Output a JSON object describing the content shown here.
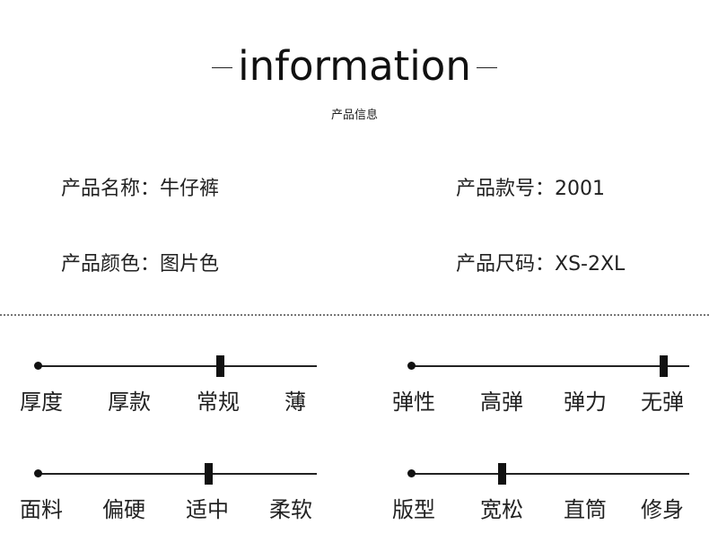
{
  "header": {
    "title": "information",
    "subtitle": "产品信息"
  },
  "info": {
    "name": "产品名称：牛仔裤",
    "model": "产品款号：2001",
    "color": "产品颜色：图片色",
    "size": "产品尺码：XS-2XL"
  },
  "scales": [
    {
      "labels": [
        "厚度",
        "厚款",
        "常规",
        "薄"
      ],
      "selected": "常规"
    },
    {
      "labels": [
        "弹性",
        "高弹",
        "弹力",
        "无弹"
      ],
      "selected": "无弹"
    },
    {
      "labels": [
        "面料",
        "偏硬",
        "适中",
        "柔软"
      ],
      "selected": "适中"
    },
    {
      "labels": [
        "版型",
        "宽松",
        "直筒",
        "修身"
      ],
      "selected": "宽松"
    }
  ]
}
